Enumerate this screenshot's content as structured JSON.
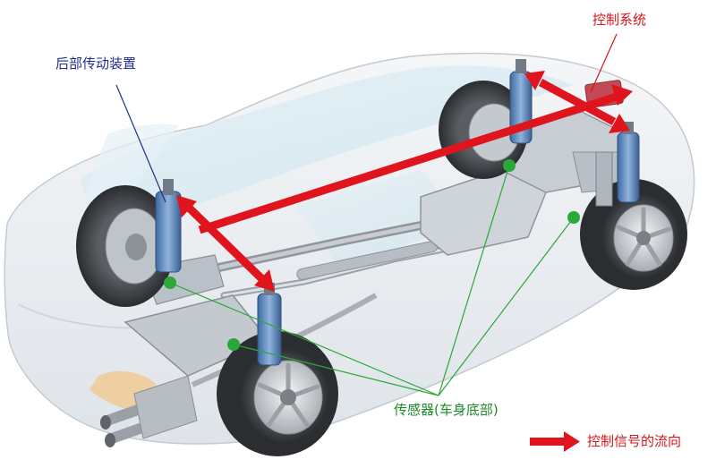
{
  "labels": {
    "rear_drive": "后部传动装置",
    "control_system": "控制系统",
    "sensors": "传感器(车身底部)",
    "legend": "控制信号的流向"
  },
  "colors": {
    "signal_arrow": "#e0141c",
    "sensor_dot": "#2aa838",
    "leader_green": "#2aa838",
    "leader_red": "#d8141c",
    "leader_blue": "#1f2f8a",
    "strut": "#4f7fb8"
  },
  "icons": {
    "legend_arrow": "red-right-arrow"
  }
}
